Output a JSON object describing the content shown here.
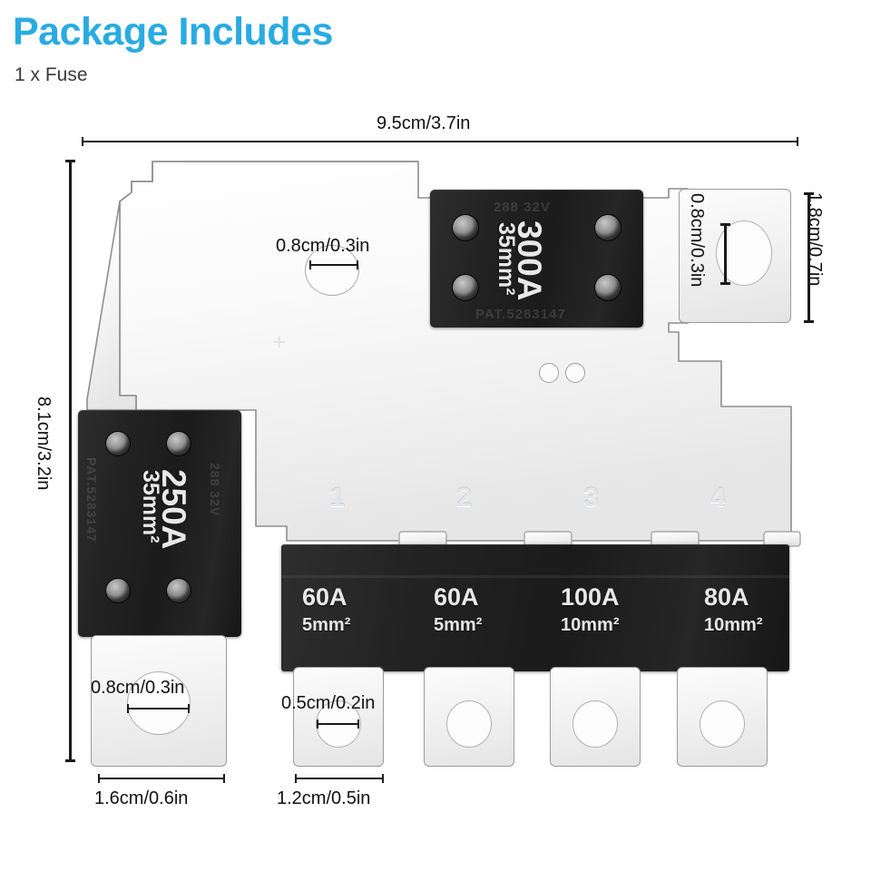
{
  "header": {
    "title": "Package Includes",
    "contents": "1 x Fuse"
  },
  "dimensions": {
    "overall_width": "9.5cm/3.7in",
    "overall_height": "8.1cm/3.2in",
    "right_tab_height": "1.8cm/0.7in",
    "plate_hole": "0.8cm/0.3in",
    "right_tab_hole": "0.8cm/0.3in",
    "left_tab_hole": "0.8cm/0.3in",
    "left_tab_width": "1.6cm/0.6in",
    "small_tab_hole": "0.5cm/0.2in",
    "small_tab_width": "1.2cm/0.5in"
  },
  "fuses": {
    "top": {
      "rating": "300A",
      "gauge": "35mm²",
      "marking_top": "288   32V",
      "marking_bottom": "PAT.5283147"
    },
    "left": {
      "rating": "250A",
      "gauge": "35mm²",
      "marking_side": "288  32V",
      "marking_patent": "PAT.5283147"
    }
  },
  "fuse_bar": {
    "circuits": [
      {
        "number": "1",
        "rating": "60A",
        "gauge": "5mm²"
      },
      {
        "number": "2",
        "rating": "60A",
        "gauge": "5mm²"
      },
      {
        "number": "3",
        "rating": "100A",
        "gauge": "10mm²"
      },
      {
        "number": "4",
        "rating": "80A",
        "gauge": "10mm²"
      }
    ]
  },
  "plate": {
    "polarity_mark": "+"
  },
  "colors": {
    "title_blue": "#29abe2",
    "body_text": "#3a3a3a",
    "dimension_line": "#1a1a1a",
    "fuse_black": "#1f1f1f",
    "plate_metal": "#f4f4f4"
  }
}
